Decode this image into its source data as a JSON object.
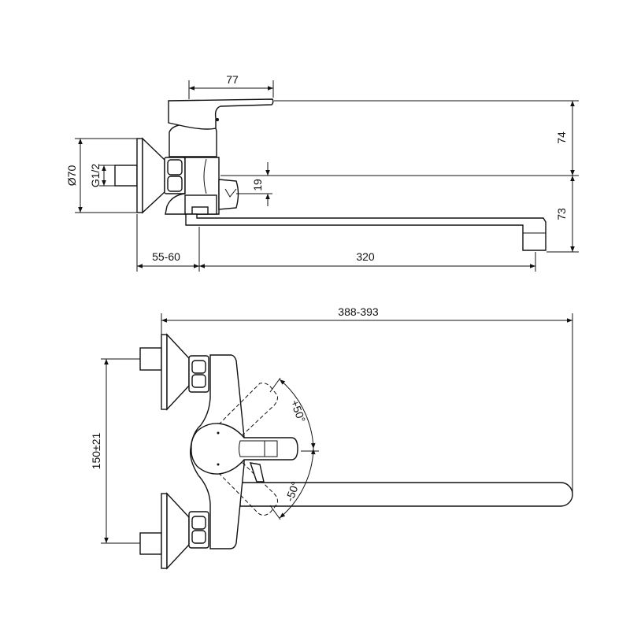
{
  "drawing": {
    "side_view": {
      "dim_handle_depth": "77",
      "dim_flange_diameter": "Ø70",
      "dim_thread": "G1/2",
      "dim_outlet_offset": "19",
      "dim_handle_height": "74",
      "dim_spout_height": "73",
      "dim_wall_distance": "55-60",
      "dim_spout_length": "320"
    },
    "top_view": {
      "dim_total_length": "388-393",
      "dim_inlet_spacing": "150±21",
      "angle_plus": "+50°",
      "angle_minus": "-50°"
    }
  }
}
